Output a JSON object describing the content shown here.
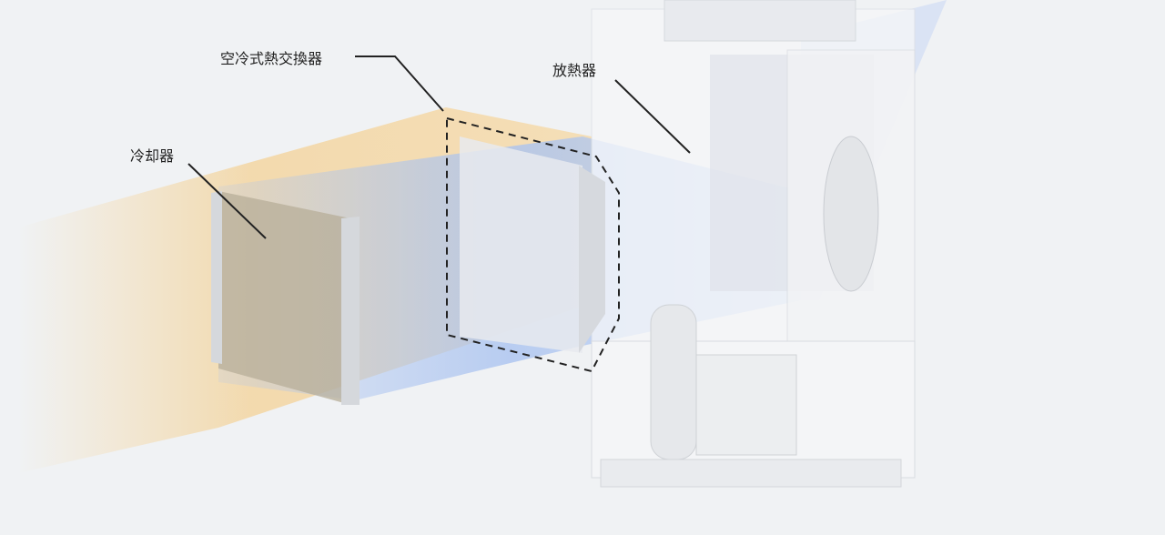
{
  "labels": {
    "air_heat_exchanger": "空冷式熱交換器",
    "radiator": "放熱器",
    "cooler": "冷却器"
  },
  "colors": {
    "background": "#f0f2f4",
    "warm_air": "#f5d9a8",
    "cool_air": "#a9c2ef",
    "leader_line": "#222222"
  }
}
